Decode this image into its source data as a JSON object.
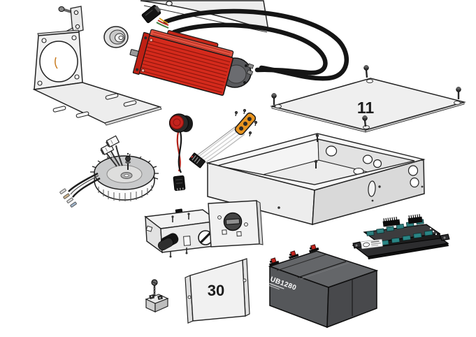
{
  "diagram": {
    "kind": "exploded-parts-diagram",
    "background": "#ffffff",
    "labels": {
      "top_cover_panel": "11",
      "front_access_panel": "30",
      "battery_model": "UB1280"
    },
    "colors": {
      "outline": "#231f20",
      "sheet_metal": "#efefef",
      "motor_red": "#d42a1c",
      "gearbox_gray": "#58595c",
      "keypad_orange": "#e8941f",
      "button_red": "#c4231d",
      "battery_gray": "#57585c",
      "terminal_teal": "#2e8080",
      "wire_yellow": "#d8a020",
      "wire_red": "#c03020",
      "wire_green": "#3f7d3f"
    },
    "parts": [
      {
        "id": "mounting-strap",
        "callout": ""
      },
      {
        "id": "motor-mount-bracket",
        "callout": ""
      },
      {
        "id": "shaft-grommet",
        "callout": ""
      },
      {
        "id": "drive-motor",
        "callout": ""
      },
      {
        "id": "motor-harness",
        "callout": ""
      },
      {
        "id": "cover-hood",
        "callout": ""
      },
      {
        "id": "top-cover-panel",
        "callout": "11"
      },
      {
        "id": "enclosure-box",
        "callout": ""
      },
      {
        "id": "illuminated-button",
        "callout": ""
      },
      {
        "id": "membrane-keypad",
        "callout": ""
      },
      {
        "id": "toroidal-transformer",
        "callout": ""
      },
      {
        "id": "lock-assembly",
        "callout": ""
      },
      {
        "id": "lock-plate",
        "callout": ""
      },
      {
        "id": "front-access-panel",
        "callout": "30"
      },
      {
        "id": "terminal-clamp",
        "callout": ""
      },
      {
        "id": "battery-pack",
        "callout": "UB1280"
      },
      {
        "id": "control-board",
        "callout": ""
      }
    ]
  }
}
